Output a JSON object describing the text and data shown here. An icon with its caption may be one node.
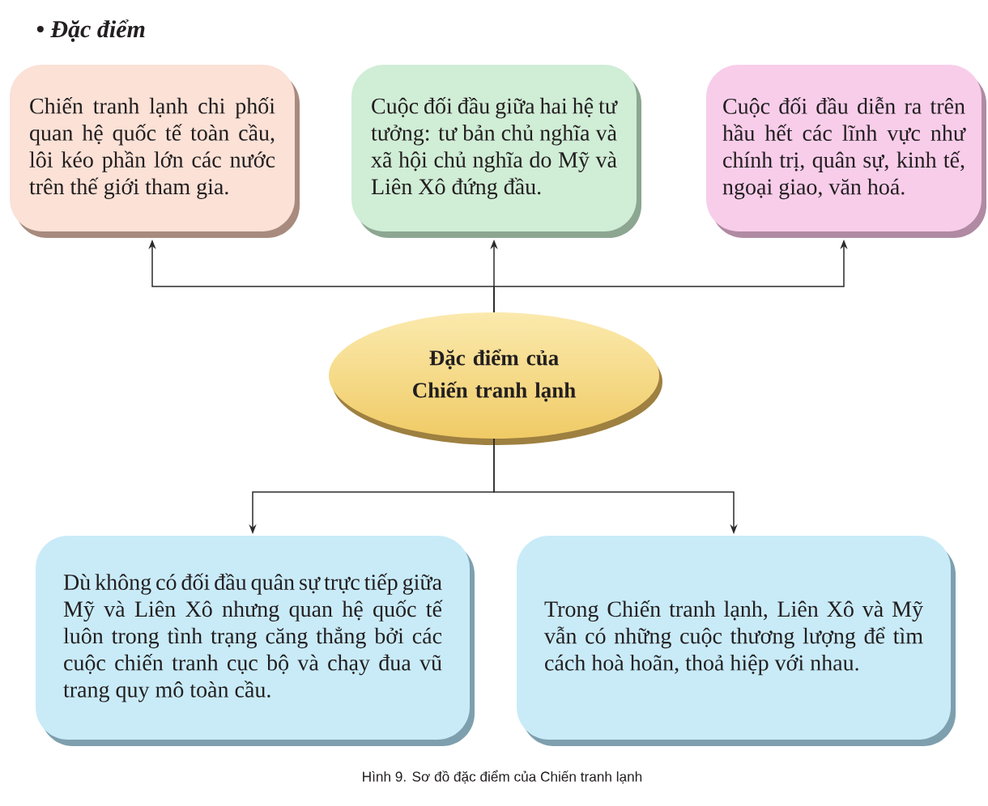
{
  "diagram": {
    "title": "• Đặc điểm",
    "caption": "Hình 9. Sơ đồ đặc điểm của Chiến tranh lạnh",
    "nodes": [
      {
        "text": [
          "Chiến tranh lạnh chi phối quan hệ quốc tế toàn cầu, lôi kéo phần lớn các nước trên thế giới tham gia."
        ]
      },
      {
        "text": [
          "Cuộc đối đầu giữa hai hệ tư tưởng: tư bản chủ nghĩa và xã hội chủ nghĩa do Mỹ và Liên Xô đứng đầu."
        ]
      },
      {
        "text": [
          "Cuộc đối đầu diễn ra trên hầu hết các lĩnh vực như chính trị, quân sự, kinh tế, ngoại giao, văn hoá."
        ]
      },
      {
        "text": [
          "Đặc điểm của Chiến tranh lạnh"
        ]
      },
      {
        "text": [
          "Dù không có đối đầu quân sự trực tiếp giữa Mỹ và Liên Xô nhưng quan hệ quốc tế luôn trong tình trạng căng thẳng bởi các cuộc chiến tranh cục bộ và chạy đua vũ trang quy mô toàn cầu."
        ]
      },
      {
        "text": [
          "Trong Chiến tranh lạnh, Liên Xô và Mỹ vẫn có những cuộc thương lượng để tìm cách hoà hoãn, thoả hiệp với nhau."
        ]
      }
    ],
    "edges": [
      {
        "from": 3,
        "to": 0,
        "arrow": "to"
      },
      {
        "from": 3,
        "to": 1,
        "arrow": "to"
      },
      {
        "from": 3,
        "to": 2,
        "arrow": "to"
      },
      {
        "from": 3,
        "to": 4,
        "arrow": "to"
      },
      {
        "from": 3,
        "to": 5,
        "arrow": "to"
      }
    ]
  }
}
